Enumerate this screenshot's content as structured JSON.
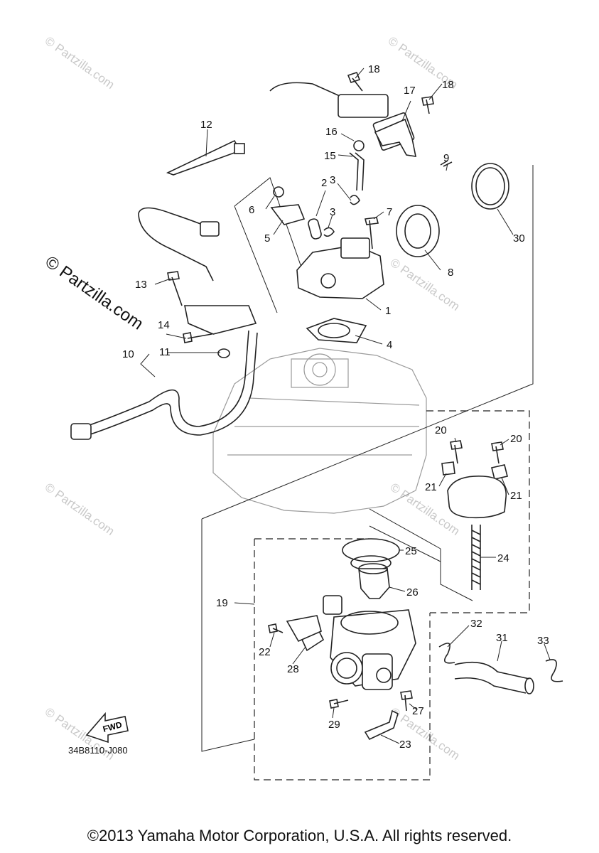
{
  "diagram": {
    "callouts": [
      "1",
      "2",
      "3",
      "4",
      "5",
      "6",
      "7",
      "8",
      "9",
      "10",
      "11",
      "12",
      "13",
      "14",
      "15",
      "16",
      "17",
      "18",
      "19",
      "20",
      "21",
      "22",
      "23",
      "24",
      "25",
      "26",
      "27",
      "28",
      "29",
      "30",
      "31",
      "32",
      "33"
    ],
    "fwd_label": "FWD",
    "figure_code": "34B8110-J080"
  },
  "watermark": {
    "small": "© Partzilla.com",
    "large": "© Partzilla.com"
  },
  "footer": {
    "copyright": "©2013 Yamaha Motor Corporation, U.S.A. All rights reserved."
  }
}
